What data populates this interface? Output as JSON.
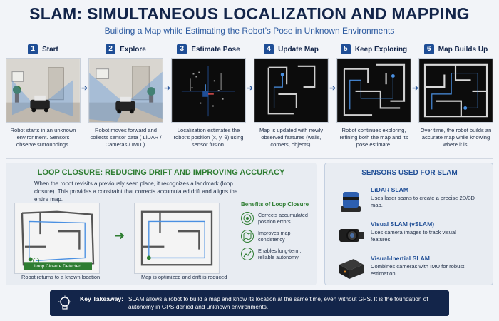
{
  "header": {
    "title": "SLAM: SIMULTANEOUS LOCALIZATION AND MAPPING",
    "subtitle": "Building a Map while Estimating the Robot’s Pose in Unknown Environments"
  },
  "steps": [
    {
      "num": "1",
      "label": "Start",
      "text": "Robot starts in an unknown environment. Sensors observe surroundings."
    },
    {
      "num": "2",
      "label": "Explore",
      "text": "Robot moves forward and collects sensor data ( LiDAR / Cameras / IMU )."
    },
    {
      "num": "3",
      "label": "Estimate Pose",
      "text": "Localization estimates the robot’s position (x, y, θ) using sensor fusion."
    },
    {
      "num": "4",
      "label": "Update Map",
      "text": "Map is updated with newly observed features (walls, corners, objects)."
    },
    {
      "num": "5",
      "label": "Keep Exploring",
      "text": "Robot continues exploring, refining both the map and its pose estimate."
    },
    {
      "num": "6",
      "label": "Map Builds Up",
      "text": "Over time, the robot builds an accurate map while knowing where it is."
    }
  ],
  "loop": {
    "title": "LOOP CLOSURE: REDUCING DRIFT AND IMPROVING ACCURACY",
    "description": "When the robot revisits a previously seen place, it recognizes a landmark (loop closure). This provides a constraint that corrects accumulated drift and aligns the entire map.",
    "detected_label": "Loop Closure Detected",
    "caption_before": "Robot returns to a known location",
    "caption_after": "Map is optimized and drift is reduced",
    "benefits_title": "Benefits of Loop Closure",
    "benefits": [
      {
        "icon": "target-icon",
        "text": "Corrects accumulated position errors"
      },
      {
        "icon": "map-icon",
        "text": "Improves map consistency"
      },
      {
        "icon": "trend-chart-icon",
        "text": "Enables long-term, reliable autonomy"
      }
    ]
  },
  "sensors": {
    "title": "SENSORS USED FOR SLAM",
    "items": [
      {
        "name": "LiDAR SLAM",
        "desc": "Uses laser scans to create a precise 2D/3D map.",
        "icon": "lidar-icon"
      },
      {
        "name": "Visual SLAM (vSLAM)",
        "desc": "Uses camera images to track visual features.",
        "icon": "camera-icon"
      },
      {
        "name": "Visual-Inertial SLAM",
        "desc": "Combines cameras with IMU for robust estimation.",
        "icon": "imu-icon"
      }
    ]
  },
  "takeaway": {
    "label": "Key Takeaway:",
    "text": "SLAM allows a robot to build a map and know its location at the same time, even without GPS. It is the foundation of autonomy in GPS-denied and unknown environments."
  },
  "colors": {
    "accent": "#1f4e96",
    "green": "#2e7d32",
    "navy": "#13254a",
    "path": "#4a90e2"
  }
}
